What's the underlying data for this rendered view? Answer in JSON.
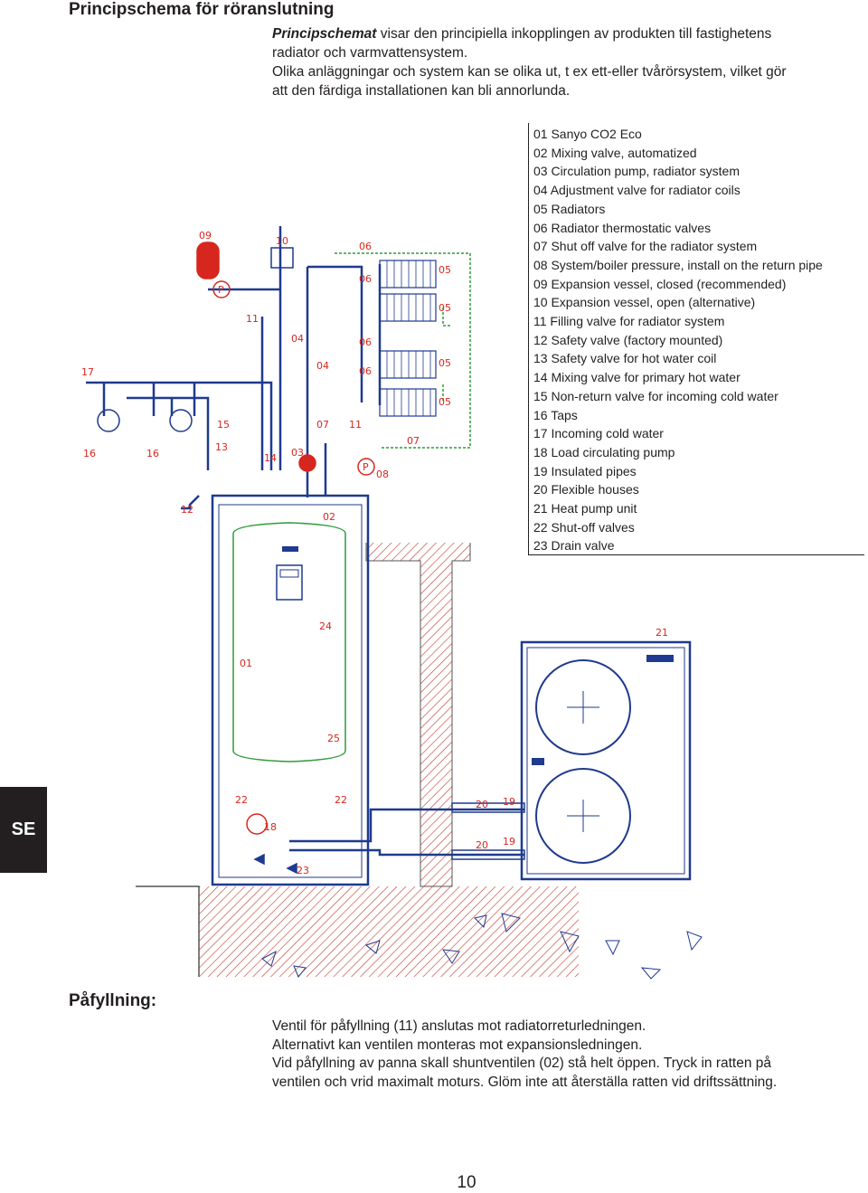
{
  "heading": "Principschema för röranslutning",
  "intro": {
    "lead": "Principschemat",
    "line1_rest": " visar den principiella inkopplingen av produkten till fastighetens",
    "line2": "radiator och varmvattensystem.",
    "line3": "Olika anläggningar och system kan se olika ut, t ex ett-eller tvårörsystem, vilket gör",
    "line4": "att den färdiga installationen kan bli annorlunda."
  },
  "legend": [
    "01 Sanyo CO2 Eco",
    "02 Mixing valve, automatized",
    "03 Circulation pump, radiator system",
    "04 Adjustment valve for radiator coils",
    "05 Radiators",
    "06 Radiator thermostatic valves",
    "07 Shut off valve for the radiator system",
    "08 System/boiler pressure, install on the return pipe",
    "09 Expansion vessel, closed (recommended)",
    "10 Expansion vessel, open (alternative)",
    "11 Filling valve for radiator system",
    "12 Safety valve (factory mounted)",
    "13 Safety valve for hot water coil",
    "14 Mixing valve for primary hot water",
    "15 Non-return valve for incoming cold water",
    "16 Taps",
    "17 Incoming cold water",
    "18 Load circulating pump",
    "19 Insulated pipes",
    "20 Flexible houses",
    "21 Heat pump unit",
    "22 Shut-off valves",
    "23 Drain valve"
  ],
  "diagram": {
    "labels": {
      "n01": "01",
      "n02": "02",
      "n03": "03",
      "n04a": "04",
      "n04b": "04",
      "n05a": "05",
      "n05b": "05",
      "n05c": "05",
      "n05d": "05",
      "n06a": "06",
      "n06b": "06",
      "n06c": "06",
      "n06d": "06",
      "n07a": "07",
      "n07b": "07",
      "n08": "08",
      "n09": "09",
      "n10": "10",
      "n11a": "11",
      "n11b": "11",
      "n12": "12",
      "n13": "13",
      "n14": "14",
      "n15": "15",
      "n16a": "16",
      "n16b": "16",
      "n17": "17",
      "n18": "18",
      "n19a": "19",
      "n19b": "19",
      "n20a": "20",
      "n20b": "20",
      "n21": "21",
      "n22a": "22",
      "n22b": "22",
      "n23": "23",
      "n24": "24",
      "n25": "25",
      "p1": "P",
      "p2": "P"
    },
    "colors": {
      "pipe": "#1f3a8f",
      "label": "#d7261e",
      "green": "#2e9c3a",
      "ground": "#c0392b"
    }
  },
  "side_tab": "SE",
  "filling": {
    "heading": "Påfyllning:",
    "lines": [
      "Ventil för påfyllning (11) anslutas mot radiatorreturledningen.",
      "Alternativt kan ventilen monteras mot expansionsledningen.",
      "Vid påfyllning av panna skall shuntventilen (02) stå helt öppen. Tryck in ratten på",
      "ventilen och vrid maximalt moturs. Glöm inte att återställa ratten vid driftssättning."
    ]
  },
  "page_number": "10"
}
